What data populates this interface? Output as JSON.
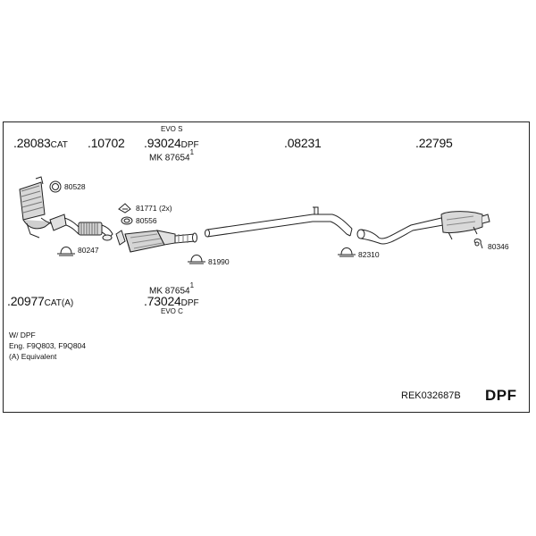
{
  "parts": {
    "p28083": {
      "num": ".28083",
      "suffix": "CAT"
    },
    "p10702": {
      "num": ".10702"
    },
    "p93024": {
      "top": "EVO S",
      "num": ".93024",
      "suffix": "DPF",
      "mk": "MK 87654",
      "sup": "1"
    },
    "p08231": {
      "num": ".08231"
    },
    "p22795": {
      "num": ".22795"
    },
    "p20977": {
      "num": ".20977",
      "suffix": "CAT(A)"
    },
    "p73024": {
      "mk": "MK 87654",
      "sup": "1",
      "num": ".73024",
      "suffix": "DPF",
      "bottom": "EVO C"
    }
  },
  "small_parts": {
    "s80528": "80528",
    "s81771": "81771 (2x)",
    "s80556": "80556",
    "s80247": "80247",
    "s81990": "81990",
    "s82310": "82310",
    "s80346": "80346"
  },
  "notes": {
    "line1": "W/ DPF",
    "line2": "Eng. F9Q803, F9Q804",
    "line3": "(A) Equivalent"
  },
  "reference": "REK032687B",
  "badge": "DPF"
}
